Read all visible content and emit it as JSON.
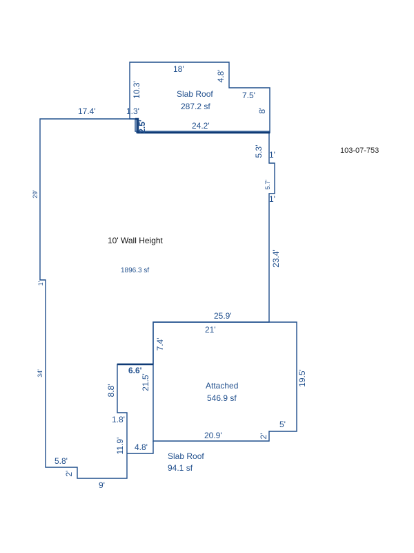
{
  "parcel_id": "103-07-753",
  "areas": {
    "main": {
      "label": "10' Wall Height",
      "area": "1896.3 sf"
    },
    "slab_roof_top": {
      "label": "Slab Roof",
      "area": "287.2 sf"
    },
    "attached": {
      "label": "Attached",
      "area": "546.9 sf"
    },
    "slab_roof_bottom": {
      "label": "Slab Roof",
      "area": "94.1 sf"
    }
  },
  "dimensions": {
    "slab_top": "18'",
    "slab_notch": "4.8'",
    "slab_left": "10.3'",
    "slab_step": "7.5'",
    "slab_right": "8'",
    "slab_bottom": "24.2'",
    "main_top": "17.4'",
    "main_jog": "1.3'",
    "main_jog_v": "2.5'",
    "main_left_upper": "29'",
    "main_left_jog": "1'",
    "main_left_lower": "34'",
    "right_upper": "5.3'",
    "bump_top": "1'",
    "bump_side": "5.7'",
    "bump_bottom": "1'",
    "right_lower": "23.4'",
    "attached_top_outer": "25.9'",
    "attached_top_inner": "21'",
    "attached_left_upper": "7.4'",
    "attached_left_inner": "21.5'",
    "attached_right": "19.5'",
    "attached_corner_h": "5'",
    "attached_corner_v": "2'",
    "attached_bottom": "20.9'",
    "bslab_top": "6.6'",
    "bslab_left_upper": "8.8'",
    "bslab_jog": "1.8'",
    "bslab_left_lower": "11.9'",
    "bslab_bottom": "4.8'",
    "bottom_left": "5.8'",
    "bottom_step": "2'",
    "bottom_run": "9'"
  }
}
